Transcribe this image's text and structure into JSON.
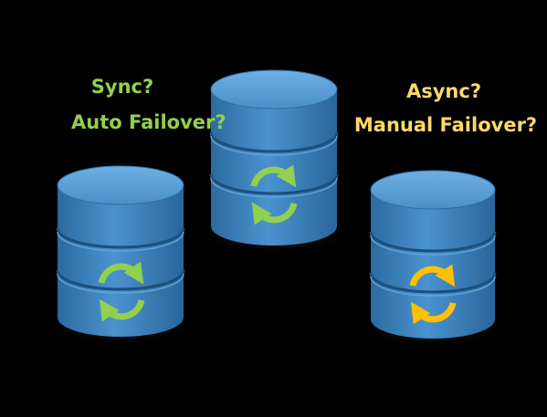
{
  "left_labels": {
    "line1": "Sync?",
    "line2": "Auto Failover?",
    "color": "#92d050"
  },
  "right_labels": {
    "line1": "Async?",
    "line2": "Manual Failover?",
    "color": "#ffd966"
  },
  "databases": [
    {
      "name": "left",
      "icon": "sync-arrows-icon",
      "icon_color": "#92d050"
    },
    {
      "name": "center",
      "icon": "sync-arrows-icon",
      "icon_color": "#92d050"
    },
    {
      "name": "right",
      "icon": "sync-arrows-icon",
      "icon_color": "#ffc000"
    }
  ],
  "colors": {
    "background": "#000000",
    "cylinder_body": "#3f84bd",
    "cylinder_dark": "#245f91",
    "cylinder_top": "#5aa0d6",
    "band_line": "#1d4f7a"
  }
}
